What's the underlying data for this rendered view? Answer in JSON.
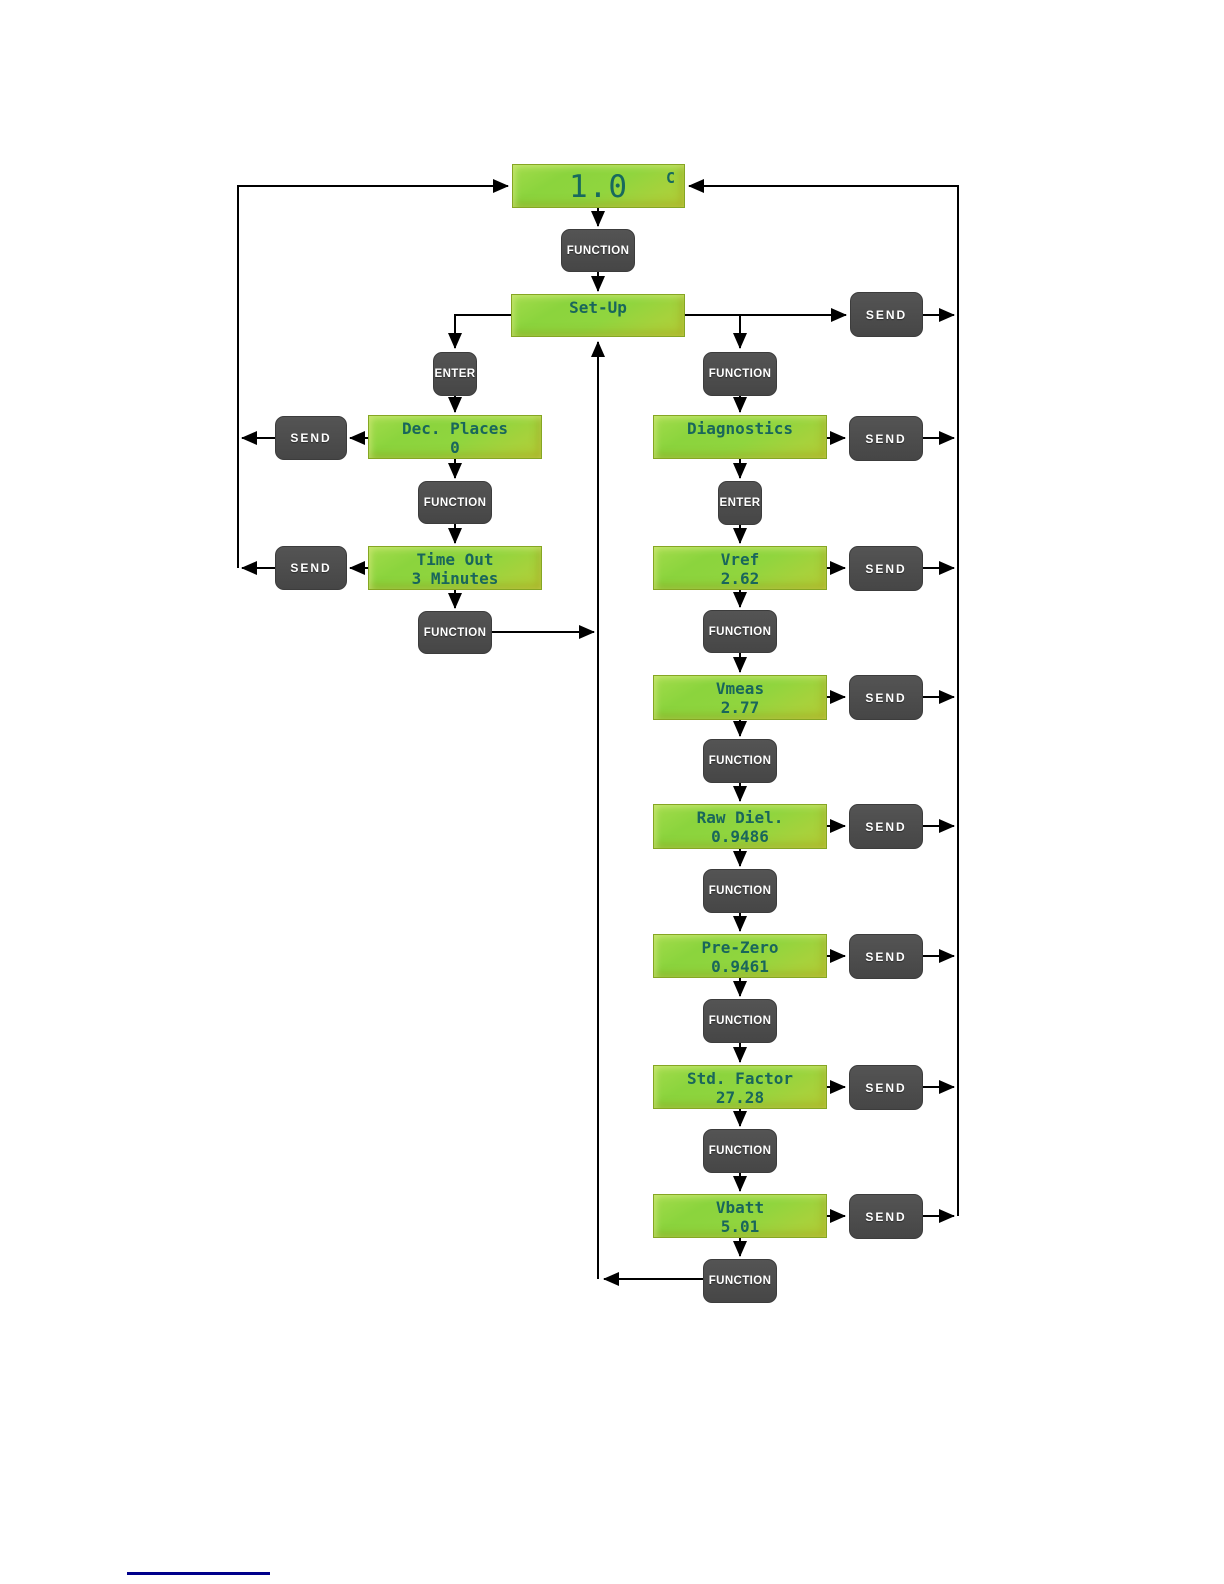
{
  "labels": {
    "function": "FUNCTION",
    "enter": "ENTER",
    "send": "SEND"
  },
  "top_display": {
    "value": "1.0",
    "unit": "C"
  },
  "screens": {
    "setup": {
      "line1": "Set-Up",
      "line2": ""
    },
    "dec_places": {
      "line1": "Dec. Places",
      "line2": "0"
    },
    "time_out": {
      "line1": "Time Out",
      "line2": "3 Minutes"
    },
    "diagnostics": {
      "line1": "Diagnostics",
      "line2": ""
    },
    "vref": {
      "line1": "Vref",
      "line2": "2.62"
    },
    "vmeas": {
      "line1": "Vmeas",
      "line2": "2.77"
    },
    "raw_diel": {
      "line1": "Raw Diel.",
      "line2": "0.9486"
    },
    "pre_zero": {
      "line1": "Pre-Zero",
      "line2": "0.9461"
    },
    "std_factor": {
      "line1": "Std. Factor",
      "line2": "27.28"
    },
    "vbatt": {
      "line1": "Vbatt",
      "line2": "5.01"
    }
  },
  "colors": {
    "lcd_green": "#8fd43f",
    "lcd_text": "#19665b",
    "button_gray": "#4b4b4b",
    "button_text": "#ffffff",
    "connector": "#000000",
    "footer_rule": "#00008b"
  }
}
